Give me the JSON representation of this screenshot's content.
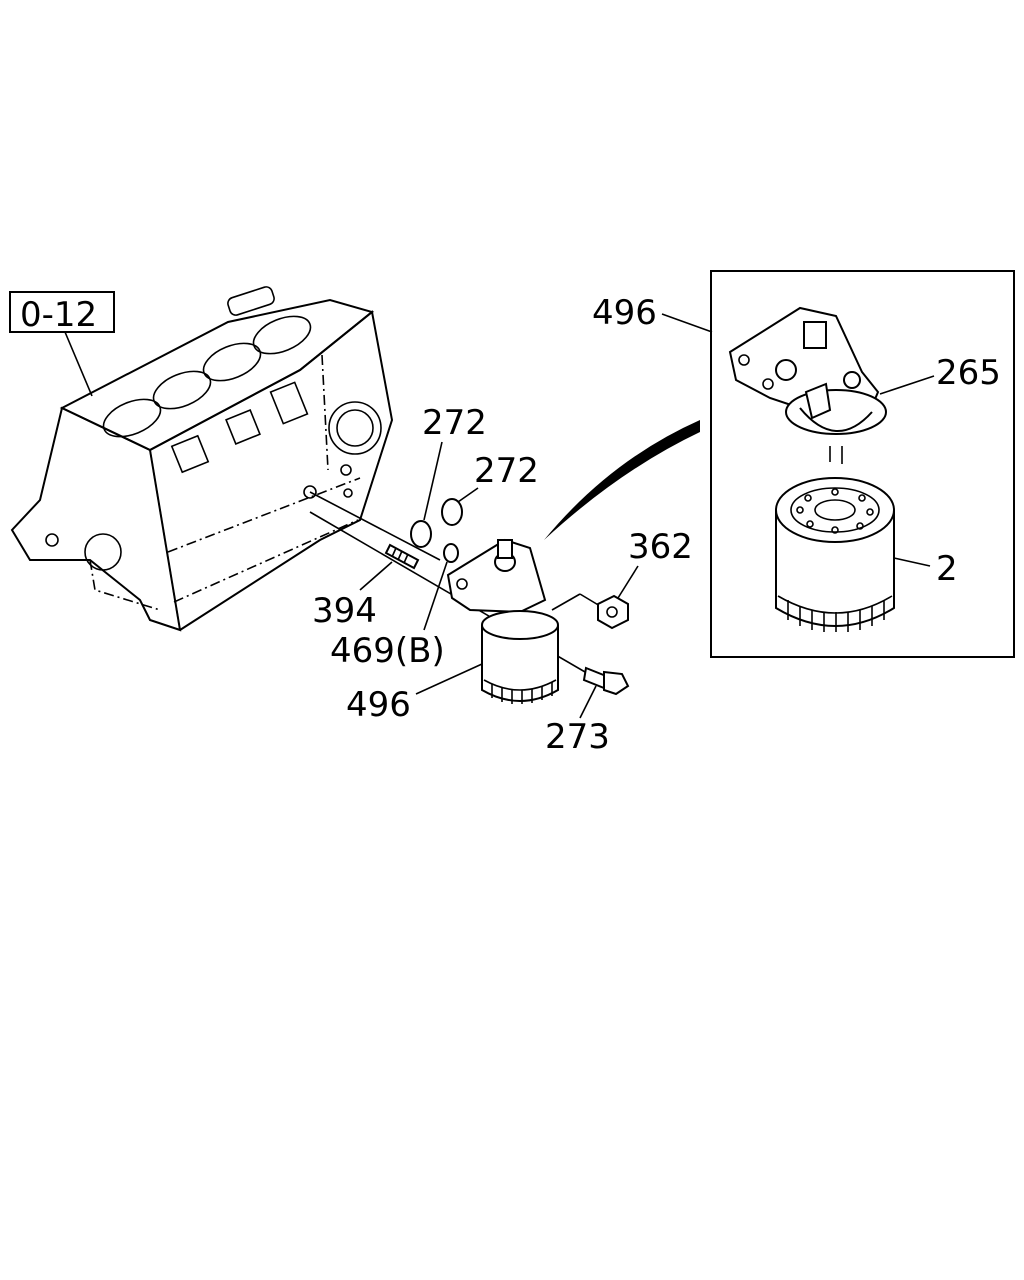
{
  "diagram": {
    "reference_box": "0-12",
    "callouts": {
      "oil_filter_assembly_top": "496",
      "o_ring_upper": "272",
      "o_ring_right": "272",
      "stud_bolt": "394",
      "o_ring_small": "469(B)",
      "oil_filter_assembly_bottom": "496",
      "nut": "362",
      "bolt": "273",
      "filter_head": "265",
      "filter_cartridge": "2"
    }
  }
}
